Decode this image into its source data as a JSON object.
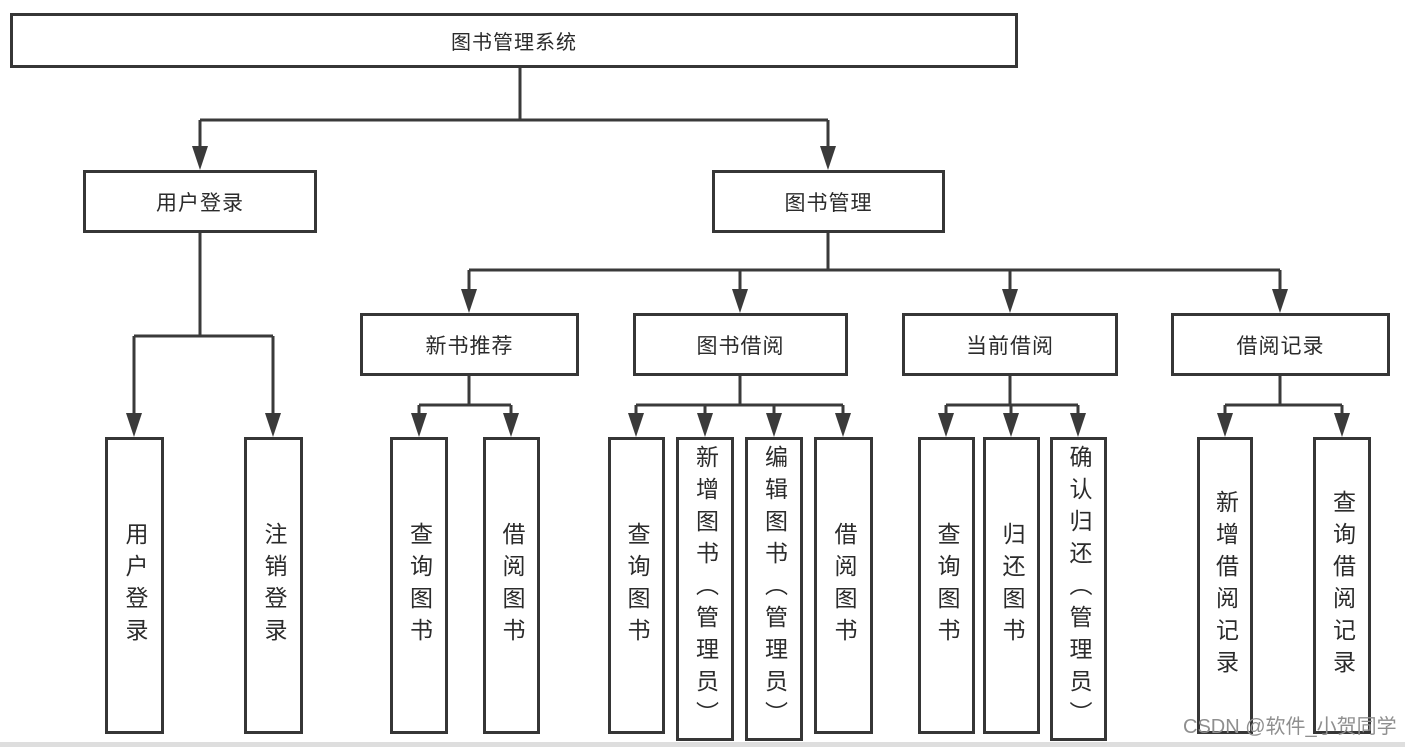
{
  "diagram": {
    "type": "function-structure-tree",
    "watermark": "CSDN @软件_小贺同学",
    "nodes": {
      "root": {
        "label": "图书管理系统"
      },
      "user_login": {
        "label": "用户登录"
      },
      "book_mgmt": {
        "label": "图书管理"
      },
      "new_book_rec": {
        "label": "新书推荐"
      },
      "book_borrow": {
        "label": "图书借阅"
      },
      "current_borrow": {
        "label": "当前借阅"
      },
      "borrow_record": {
        "label": "借阅记录"
      },
      "login": {
        "label": "用户登录"
      },
      "logout": {
        "label": "注销登录"
      },
      "rec_query_book": {
        "label": "查询图书"
      },
      "rec_borrow_book": {
        "label": "借阅图书"
      },
      "bor_query_book": {
        "label": "查询图书"
      },
      "bor_add_book": {
        "label": "新增图书（管理员）"
      },
      "bor_edit_book": {
        "label": "编辑图书（管理员）"
      },
      "bor_borrow_book": {
        "label": "借阅图书"
      },
      "cur_query_book": {
        "label": "查询图书"
      },
      "cur_return_book": {
        "label": "归还图书"
      },
      "cur_confirm_return": {
        "label": "确认归还（管理员）"
      },
      "brec_add_record": {
        "label": "新增借阅记录"
      },
      "brec_query_record": {
        "label": "查询借阅记录"
      }
    },
    "edges": [
      "root->user_login",
      "root->book_mgmt",
      "user_login->login",
      "user_login->logout",
      "book_mgmt->new_book_rec",
      "book_mgmt->book_borrow",
      "book_mgmt->current_borrow",
      "book_mgmt->borrow_record",
      "new_book_rec->rec_query_book",
      "new_book_rec->rec_borrow_book",
      "book_borrow->bor_query_book",
      "book_borrow->bor_add_book",
      "book_borrow->bor_edit_book",
      "book_borrow->bor_borrow_book",
      "current_borrow->cur_query_book",
      "current_borrow->cur_return_book",
      "current_borrow->cur_confirm_return",
      "borrow_record->brec_add_record",
      "borrow_record->brec_query_record"
    ],
    "line_color": "#3a3a3a",
    "border_color": "#363636",
    "text_color": "#2b2b2b",
    "watermark_color": "#8f8f8f"
  }
}
